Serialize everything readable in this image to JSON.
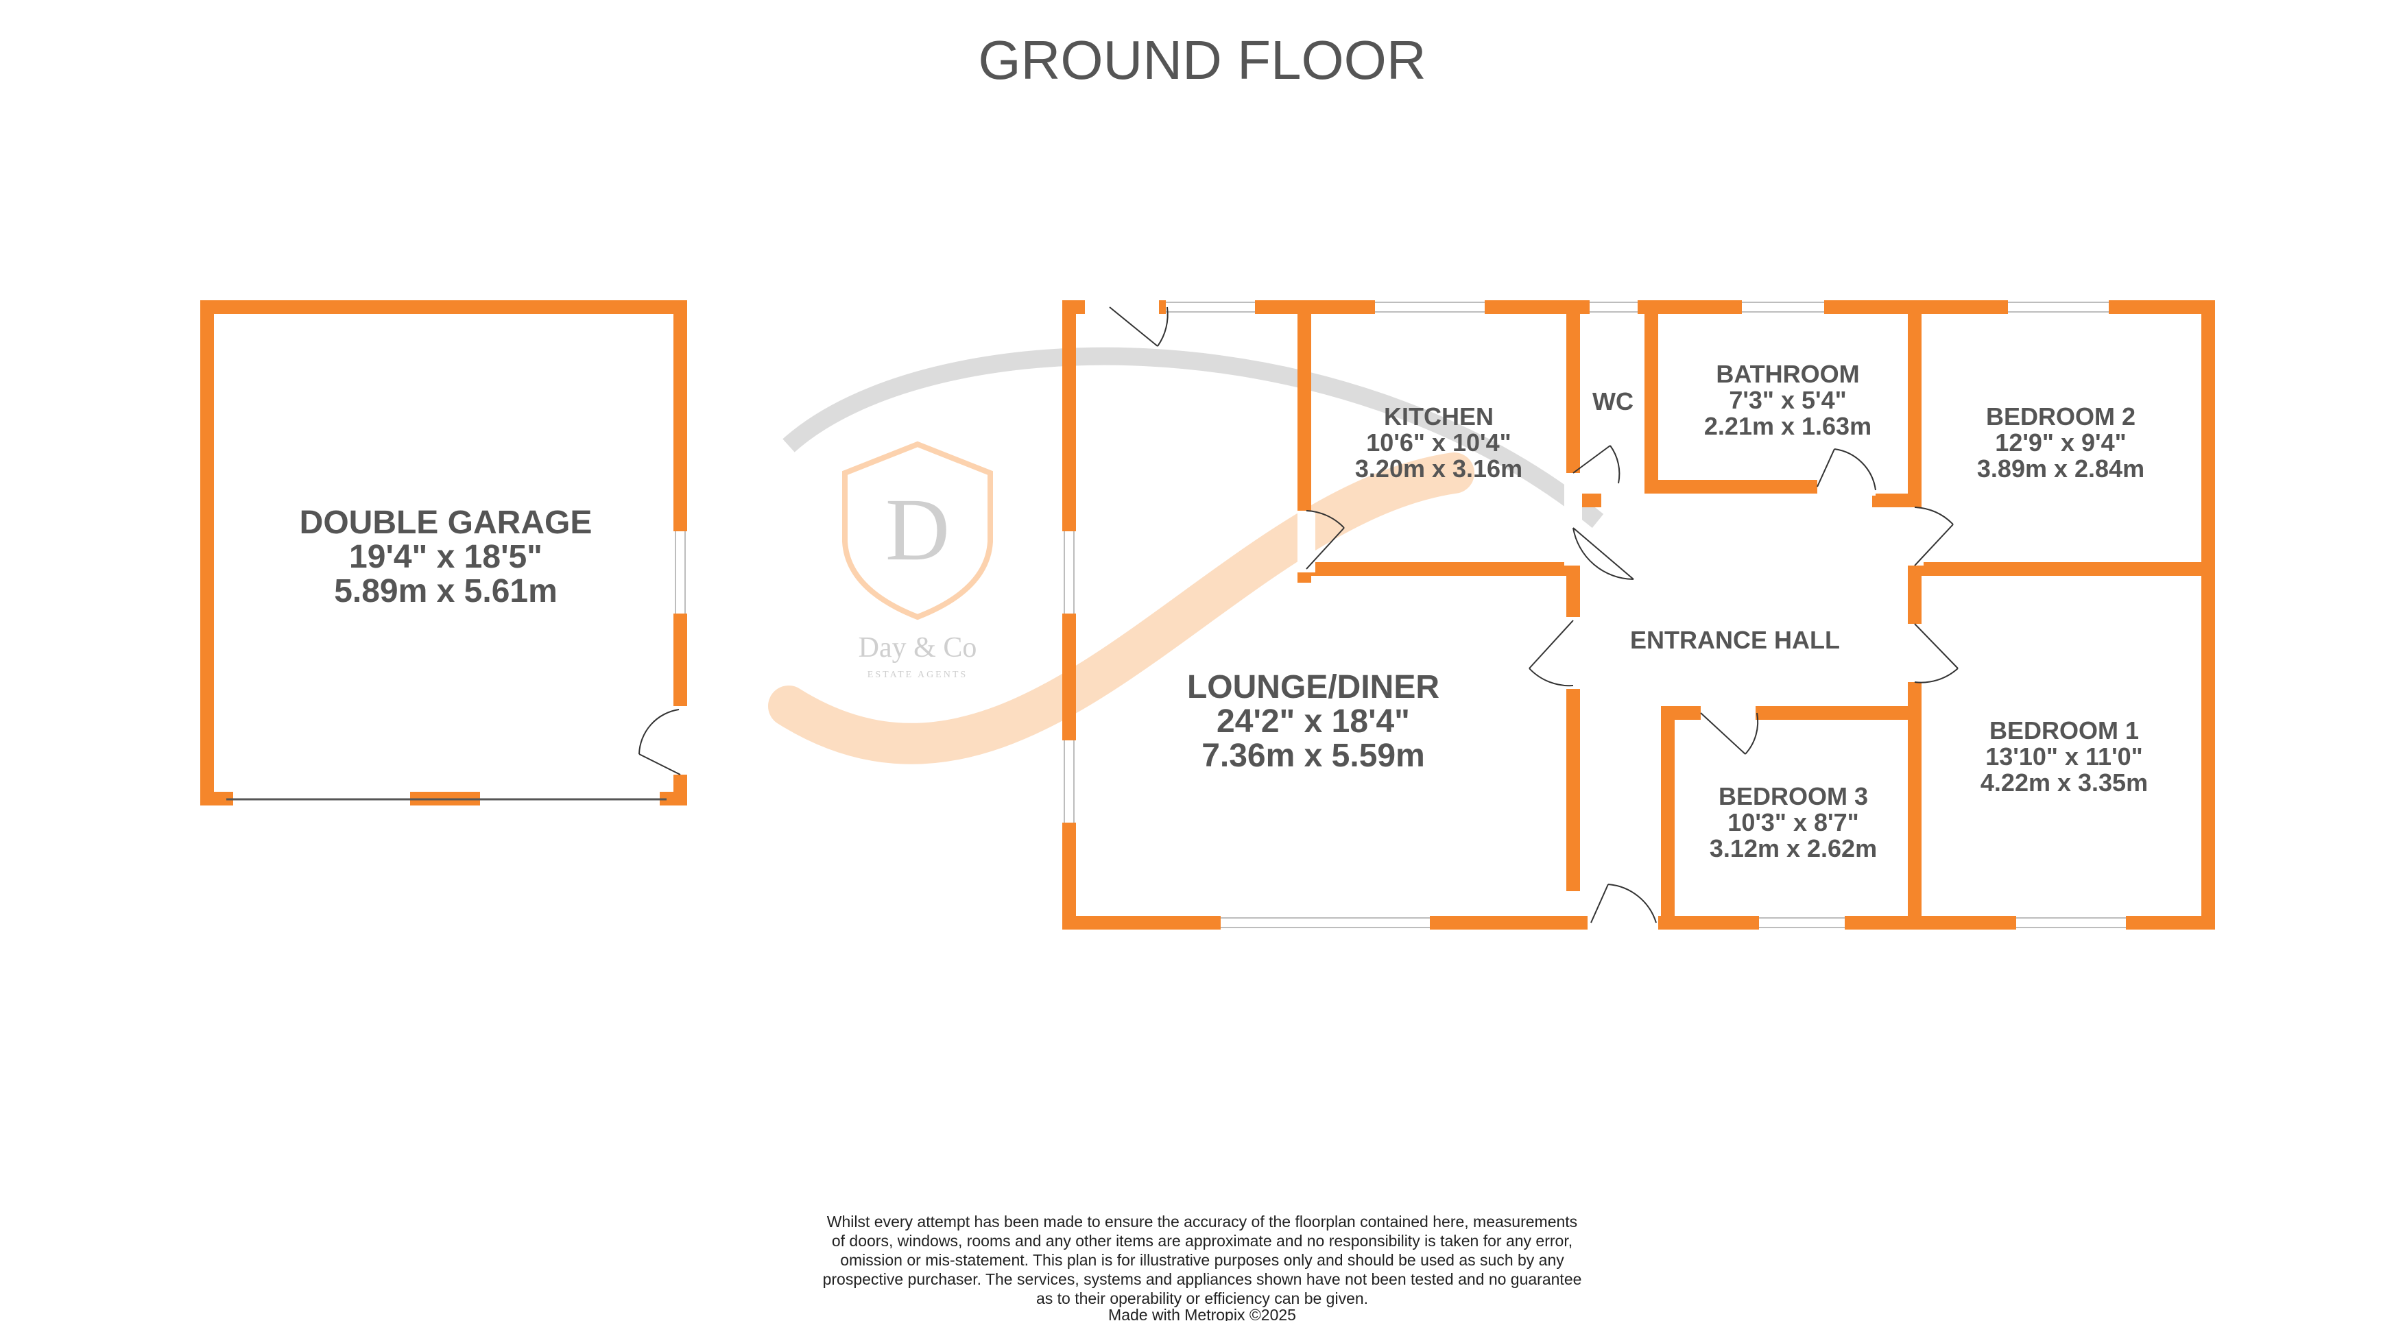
{
  "title": "GROUND FLOOR",
  "colors": {
    "wall": "#f5862b",
    "text": "#555555",
    "watermark_grey": "#d9d9d9",
    "watermark_orange": "#fbd3b0"
  },
  "watermark": {
    "monogram": "D",
    "brand": "Day & Co",
    "tagline": "ESTATE AGENTS"
  },
  "rooms": {
    "garage": {
      "name": "DOUBLE GARAGE",
      "imperial": "19'4\"  x 18'5\"",
      "metric": "5.89m  x 5.61m"
    },
    "lounge": {
      "name": "LOUNGE/DINER",
      "imperial": "24'2\"  x 18'4\"",
      "metric": "7.36m  x 5.59m"
    },
    "kitchen": {
      "name": "KITCHEN",
      "imperial": "10'6\"  x 10'4\"",
      "metric": "3.20m  x 3.16m"
    },
    "wc": {
      "name": "WC"
    },
    "bathroom": {
      "name": "BATHROOM",
      "imperial": "7'3\"  x 5'4\"",
      "metric": "2.21m  x 1.63m"
    },
    "bedroom2": {
      "name": "BEDROOM 2",
      "imperial": "12'9\"  x 9'4\"",
      "metric": "3.89m  x 2.84m"
    },
    "hall": {
      "name": "ENTRANCE HALL"
    },
    "bedroom1": {
      "name": "BEDROOM 1",
      "imperial": "13'10\"  x 11'0\"",
      "metric": "4.22m  x 3.35m"
    },
    "bedroom3": {
      "name": "BEDROOM 3",
      "imperial": "10'3\"  x 8'7\"",
      "metric": "3.12m  x 2.62m"
    }
  },
  "disclaimer": [
    "Whilst every attempt has been made to ensure the accuracy of the floorplan contained here, measurements",
    "of doors, windows, rooms and any other items are approximate and no responsibility is taken for any error,",
    "omission or mis-statement. This plan is for illustrative purposes only and should be used as such by any",
    "prospective purchaser. The services, systems and appliances shown have not been tested and no guarantee",
    "as to their operability or efficiency can be given.",
    "Made with Metropix ©2025"
  ]
}
